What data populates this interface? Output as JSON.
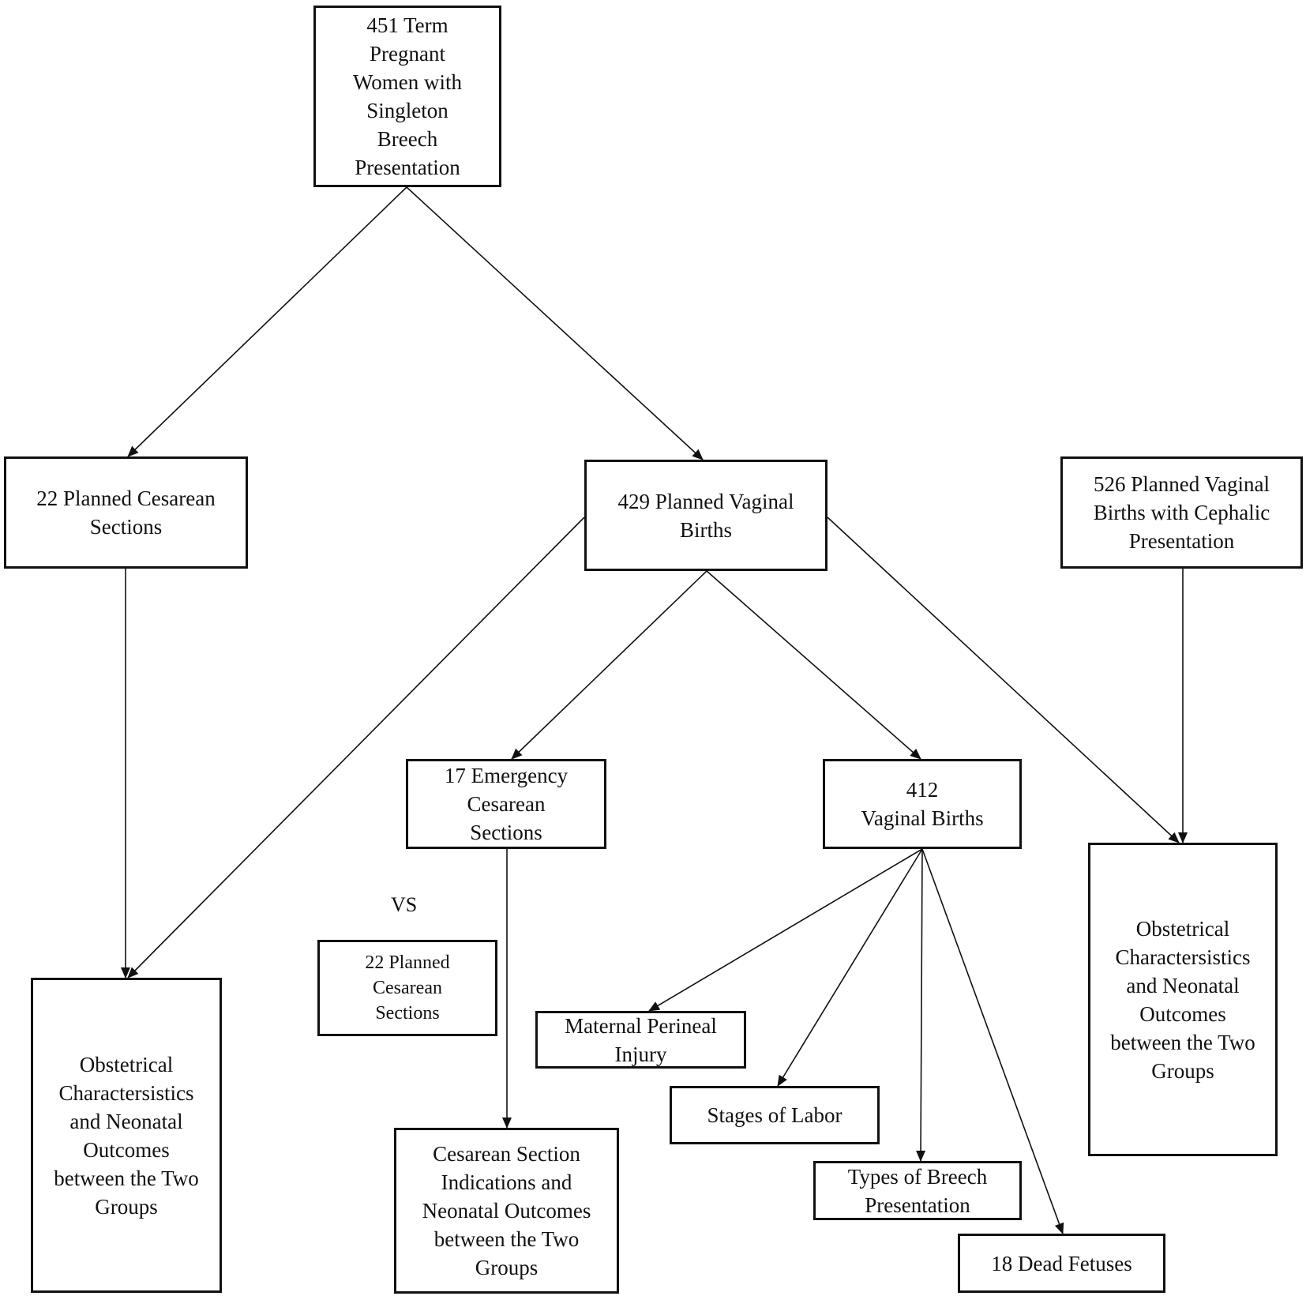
{
  "nodes": {
    "root": "451 Term\nPregnant\nWomen with\nSingleton\nBreech\nPresentation",
    "planned_cesarean": "22 Planned Cesarean\nSections",
    "planned_vaginal": "429 Planned  Vaginal\nBirths",
    "cephalic": "526 Planned Vaginal\nBirths with Cephalic\nPresentation",
    "emergency_cesarean": "17 Emergency\nCesarean\nSections",
    "vaginal_births": "412\nVaginal  Births",
    "outcomes_left": "Obstetrical\nCharactersistics\nand Neonatal\nOutcomes\nbetween the Two\nGroups",
    "comparison_cesarean": "22 Planned\nCesarean\nSections",
    "cesarean_indications": "Cesarean  Section\nIndications and\nNeonatal  Outcomes\nbetween the Two\nGroups",
    "perineal_injury": "Maternal  Perineal\nInjury",
    "stages_labor": "Stages of Labor",
    "breech_types": "Types of Breech\nPresentation",
    "dead_fetuses": "18 Dead Fetuses",
    "outcomes_right": "Obstetrical\nCharactersistics\nand Neonatal\nOutcomes\nbetween the Two\nGroups"
  },
  "vs_label": "VS"
}
